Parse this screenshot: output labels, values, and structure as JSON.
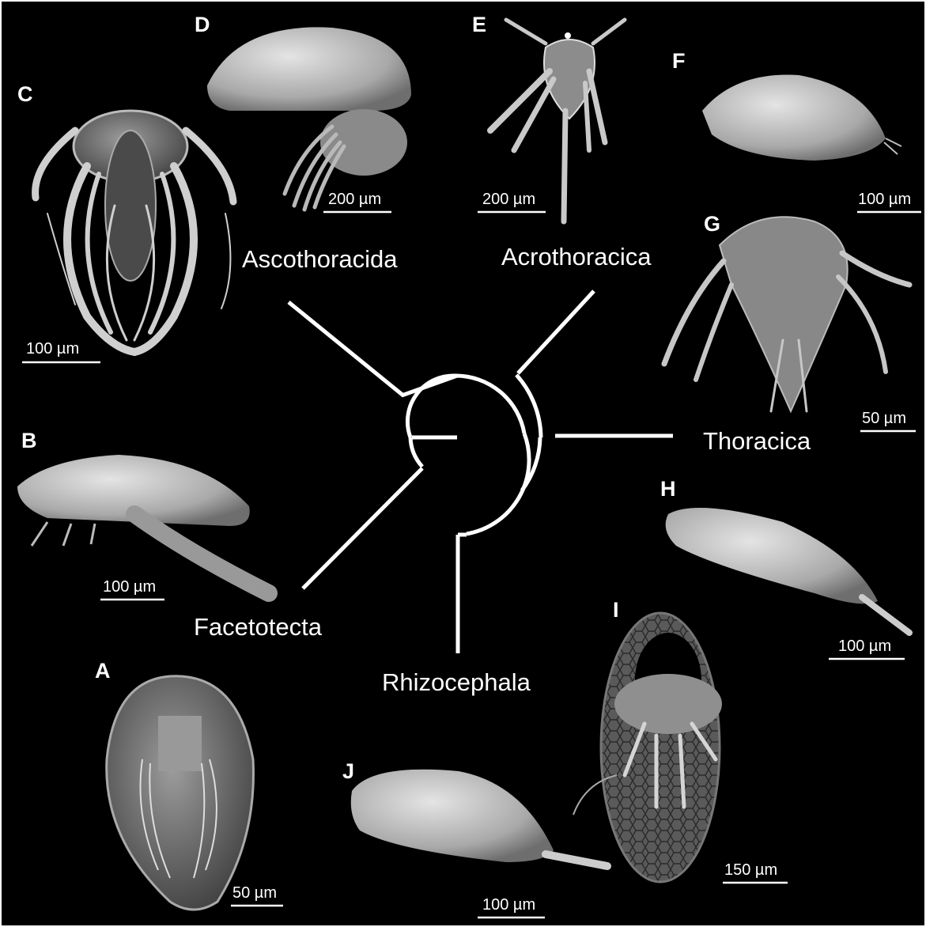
{
  "figure": {
    "panels": {
      "A": {
        "letter": "A",
        "scale_text": "50 µm"
      },
      "B": {
        "letter": "B",
        "scale_text": "100 µm"
      },
      "C": {
        "letter": "C",
        "scale_text": "100 µm"
      },
      "D": {
        "letter": "D",
        "scale_text": "200 µm"
      },
      "E": {
        "letter": "E",
        "scale_text": "200 µm"
      },
      "F": {
        "letter": "F",
        "scale_text": "100 µm"
      },
      "G": {
        "letter": "G",
        "scale_text": "50 µm"
      },
      "H": {
        "letter": "H",
        "scale_text": "100 µm"
      },
      "I": {
        "letter": "I",
        "scale_text": "150 µm"
      },
      "J": {
        "letter": "J",
        "scale_text": "100 µm"
      }
    },
    "taxa": {
      "ascothoracida": "Ascothoracida",
      "acrothoracica": "Acrothoracica",
      "thoracica": "Thoracica",
      "facetotecta": "Facetotecta",
      "rhizocephala": "Rhizocephala"
    },
    "colors": {
      "background": "#000000",
      "foreground": "#ffffff",
      "specimen": "#bdbdbd"
    }
  }
}
